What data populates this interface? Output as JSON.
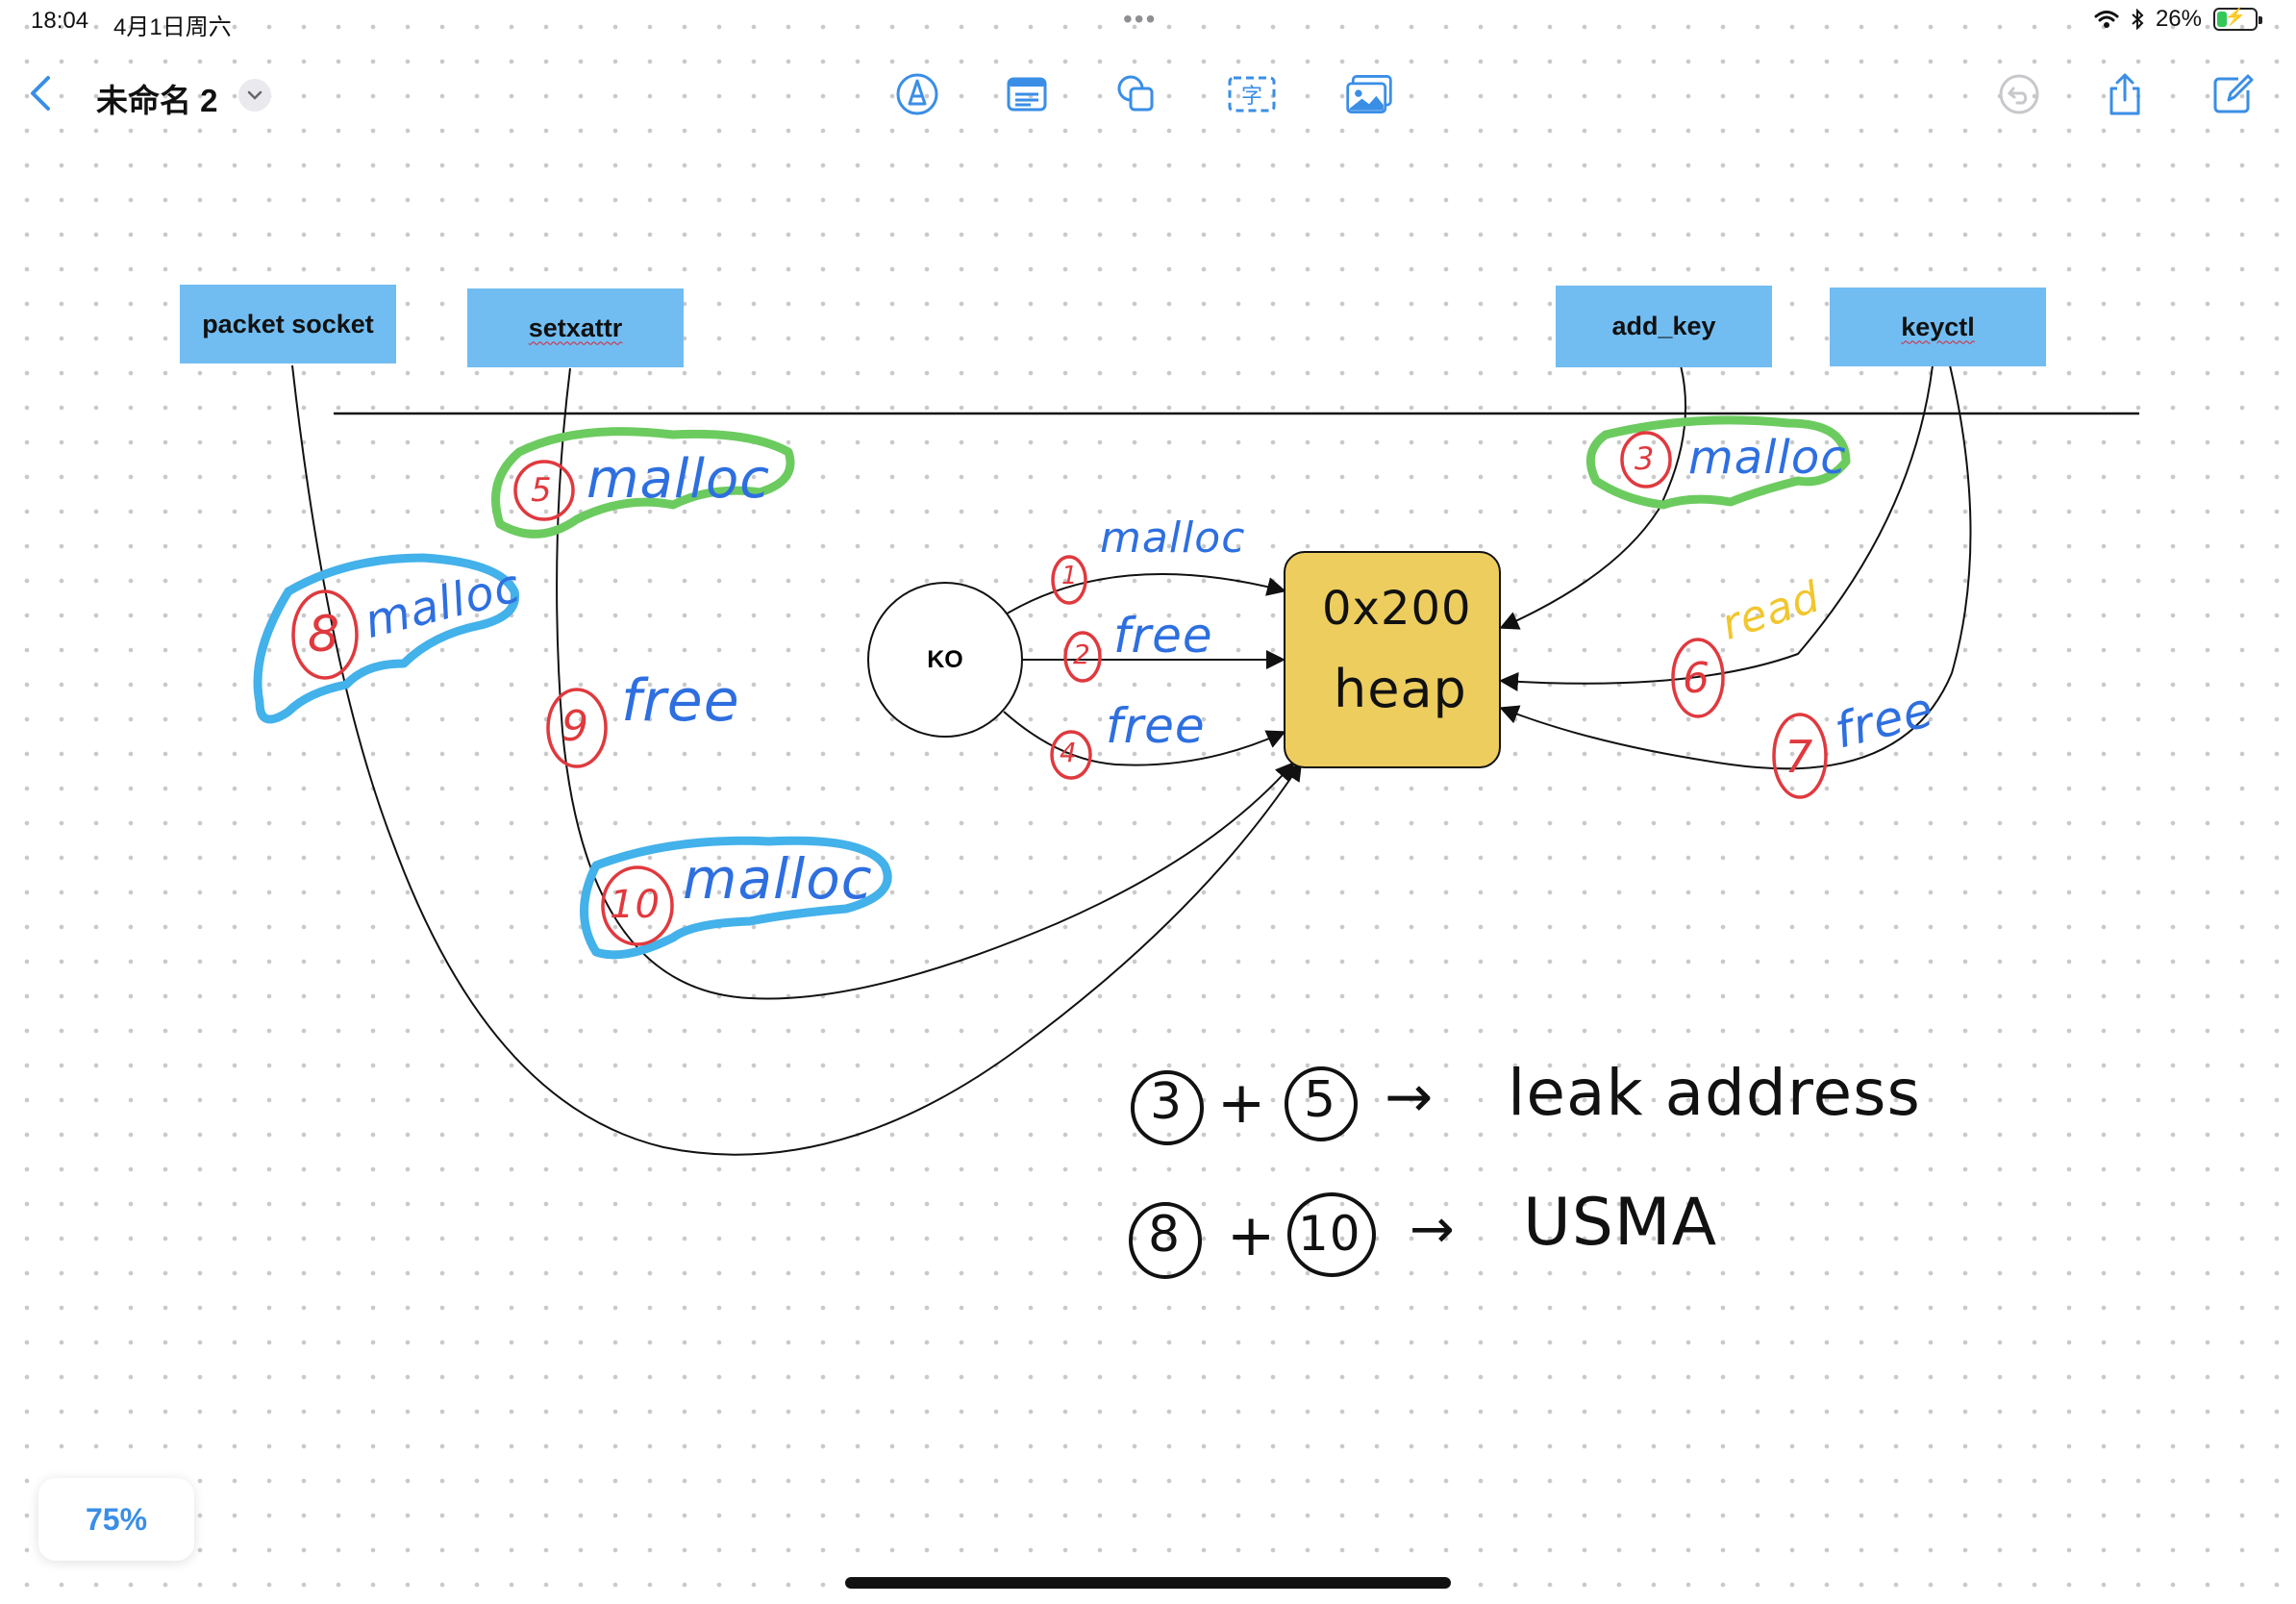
{
  "status_bar": {
    "time": "18:04",
    "date": "4月1日周六",
    "battery": "26%",
    "battery_level": 0.26,
    "multitask": "•••"
  },
  "toolbar": {
    "title": "未命名 2",
    "icons": [
      "back-chevron-icon",
      "chevron-down-icon",
      "pen-icon",
      "text-box-icon",
      "shapes-icon",
      "text-recognition-icon",
      "photo-icon",
      "undo-icon",
      "share-icon",
      "new-board-icon"
    ],
    "text_recognition_glyph": "字",
    "accent_color": "#3a8ee6"
  },
  "diagram": {
    "boxes": {
      "packet_socket": "packet socket",
      "setxattr": "setxattr",
      "add_key": "add_key",
      "keyctl": "keyctl"
    },
    "box_color": "#71bdf2",
    "ko": "KO",
    "heap": {
      "line1": "0x200",
      "line2": "heap",
      "color": "#edcd5e"
    },
    "annotations": {
      "n1": "1",
      "w1": "malloc",
      "n2": "2",
      "w2": "free",
      "n4": "4",
      "w4": "free",
      "n3": "3",
      "w3": "malloc",
      "n5": "5",
      "w5": "malloc",
      "n6": "6",
      "w6": "read",
      "n7": "7",
      "w7": "free",
      "n8": "8",
      "w8": "malloc",
      "n9": "9",
      "w9": "free",
      "n10": "10",
      "w10": "malloc"
    },
    "notes": {
      "line1": {
        "a": "3",
        "plus": "+",
        "b": "5",
        "arrow": "→",
        "text": "leak address"
      },
      "line2": {
        "a": "8",
        "plus": "+",
        "b": "10",
        "arrow": "→",
        "text": "USMA"
      }
    }
  },
  "zoom": "75%"
}
